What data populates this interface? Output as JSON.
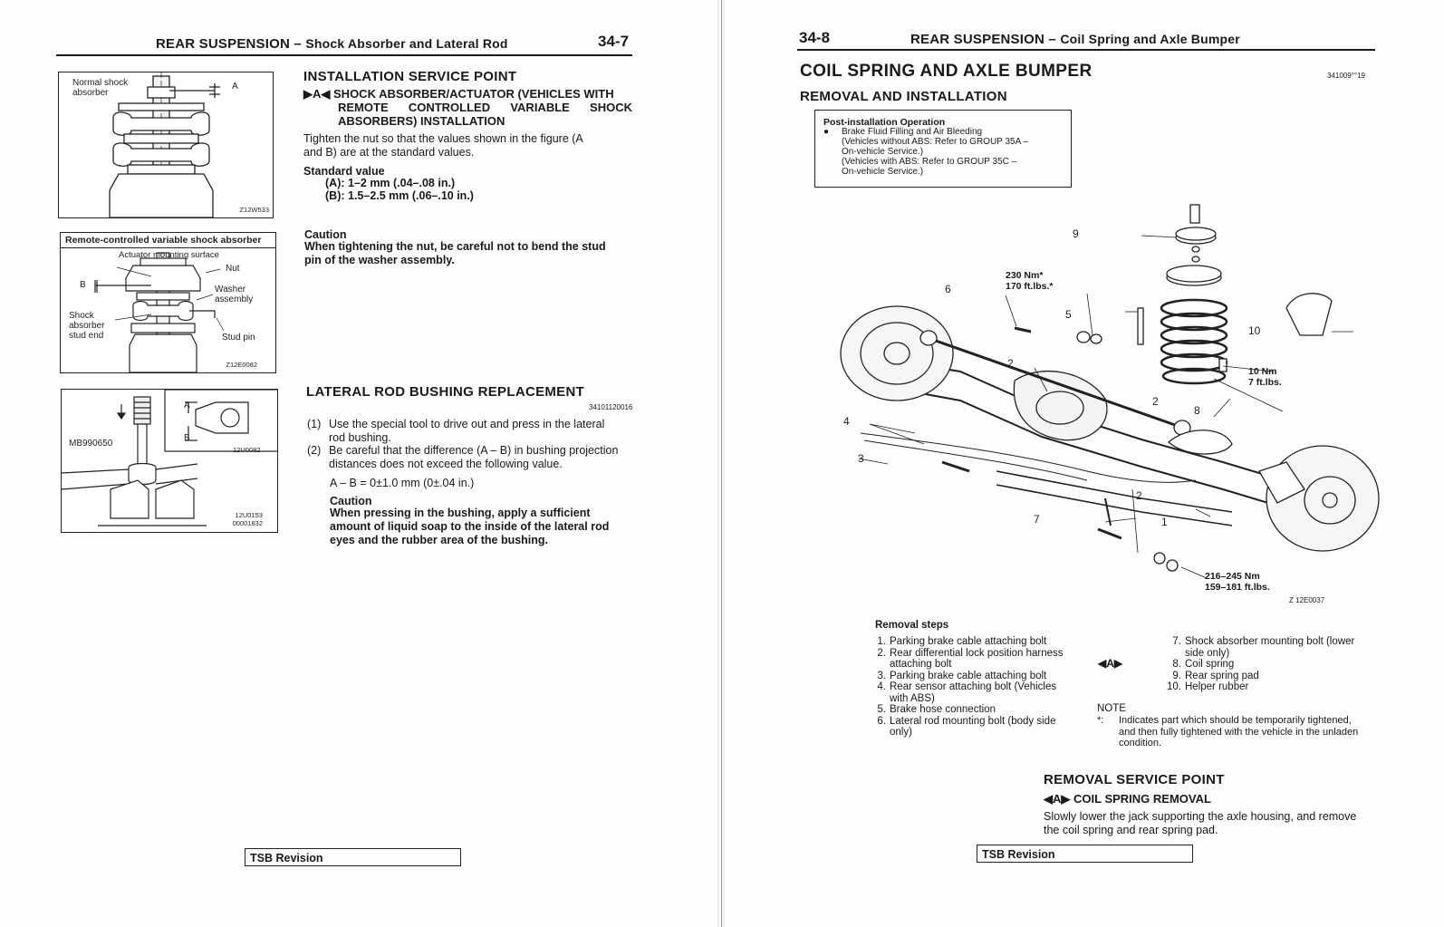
{
  "left_page": {
    "header": {
      "section": "REAR SUSPENSION",
      "dash": "–",
      "subsection": "Shock Absorber and Lateral Rod",
      "page_number": "34-7"
    },
    "figures": {
      "fig1": {
        "label_normal": "Normal shock absorber",
        "label_a": "A",
        "code": "Z12W533"
      },
      "fig2": {
        "title": "Remote-controlled variable shock absorber",
        "actuator": "Actuator mounting surface",
        "nut": "Nut",
        "washer": "Washer assembly",
        "shock_end": "Shock absorber stud end",
        "stud_pin": "Stud pin",
        "label_b": "B",
        "code": "Z12E0082"
      },
      "fig3": {
        "tool": "MB990650",
        "label_a": "A",
        "label_b": "B",
        "code_small": "12U0082",
        "code1": "12U0153",
        "code2": "00001832"
      }
    },
    "installation": {
      "title": "INSTALLATION SERVICE POINT",
      "marker": "▶A◀",
      "subtitle_line1": "SHOCK ABSORBER/ACTUATOR (VEHICLES WITH",
      "subtitle_line2": "REMOTE CONTROLLED VARIABLE SHOCK",
      "subtitle_line3": "ABSORBERS) INSTALLATION",
      "body_line1": "Tighten the nut so that the values shown in the figure (A",
      "body_line2": "and B) are at the standard values.",
      "std_label": "Standard value",
      "std_a": "(A): 1–2 mm (.04–.08 in.)",
      "std_b": "(B): 1.5–2.5 mm (.06–.10 in.)",
      "caution_label": "Caution",
      "caution_line1": "When tightening the nut, be careful not to bend the stud",
      "caution_line2": "pin of the washer assembly."
    },
    "lateral": {
      "title": "LATERAL ROD BUSHING REPLACEMENT",
      "code": "34101120016",
      "item1_num": "(1)",
      "item1_line1": "Use the special tool to drive out and press in the lateral",
      "item1_line2": "rod bushing.",
      "item2_num": "(2)",
      "item2_line1": "Be careful that the difference (A – B) in bushing projection",
      "item2_line2": "distances does not exceed the following value.",
      "formula": "A – B = 0±1.0 mm (0±.04 in.)",
      "caution_label": "Caution",
      "caution_line1": "When pressing in the bushing, apply a sufficient",
      "caution_line2": "amount of liquid soap to the inside of the lateral rod",
      "caution_line3": "eyes and the rubber area of the bushing."
    },
    "tsb": "TSB Revision"
  },
  "right_page": {
    "header": {
      "page_number": "34-8",
      "section": "REAR SUSPENSION",
      "dash": "–",
      "subsection": "Coil Spring and Axle Bumper"
    },
    "title": "COIL SPRING AND AXLE BUMPER",
    "title_code": "341009°°19",
    "subtitle": "REMOVAL AND INSTALLATION",
    "post_box": {
      "title": "Post-installation Operation",
      "bullet": "●",
      "line1": "Brake Fluid Filling and Air Bleeding",
      "line2": "(Vehicles without ABS: Refer to GROUP 35A –",
      "line3": "On-vehicle Service.)",
      "line4": "(Vehicles with ABS: Refer to GROUP 35C –",
      "line5": "On-vehicle Service.)"
    },
    "diagram": {
      "torque1_line1": "230 Nm*",
      "torque1_line2": "170 ft.lbs.*",
      "torque2_line1": "10 Nm",
      "torque2_line2": "7 ft.lbs.",
      "torque3_line1": "216–245 Nm",
      "torque3_line2": "159–181 ft.lbs.",
      "code": "Z 12E0037",
      "callouts": [
        "1",
        "2",
        "2",
        "2",
        "3",
        "4",
        "5",
        "6",
        "7",
        "8",
        "9",
        "10"
      ]
    },
    "removal_steps": {
      "title": "Removal steps",
      "left": [
        {
          "n": "1.",
          "text": "Parking brake cable attaching bolt"
        },
        {
          "n": "2.",
          "text": "Rear differential lock position harness attaching bolt"
        },
        {
          "n": "3.",
          "text": "Parking brake cable attaching bolt"
        },
        {
          "n": "4.",
          "text": "Rear sensor attaching bolt (Vehicles with ABS)"
        },
        {
          "n": "5.",
          "text": "Brake hose connection"
        },
        {
          "n": "6.",
          "text": "Lateral rod mounting bolt (body side only)"
        }
      ],
      "marker": "◀A▶",
      "right": [
        {
          "n": "7.",
          "text": "Shock absorber mounting bolt (lower side only)"
        },
        {
          "n": "8.",
          "text": "Coil spring"
        },
        {
          "n": "9.",
          "text": "Rear spring pad"
        },
        {
          "n": "10.",
          "text": "Helper rubber"
        }
      ]
    },
    "note": {
      "label": "NOTE",
      "star": "*:",
      "line1": "Indicates part which should be temporarily tightened,",
      "line2": "and then fully tightened with the vehicle in the unladen",
      "line3": "condition."
    },
    "removal_point": {
      "title": "REMOVAL SERVICE POINT",
      "marker": "◀A▶",
      "subtitle": "COIL SPRING REMOVAL",
      "line1": "Slowly lower the jack supporting the axle housing, and remove",
      "line2": "the coil spring and rear spring pad."
    },
    "tsb": "TSB Revision"
  }
}
